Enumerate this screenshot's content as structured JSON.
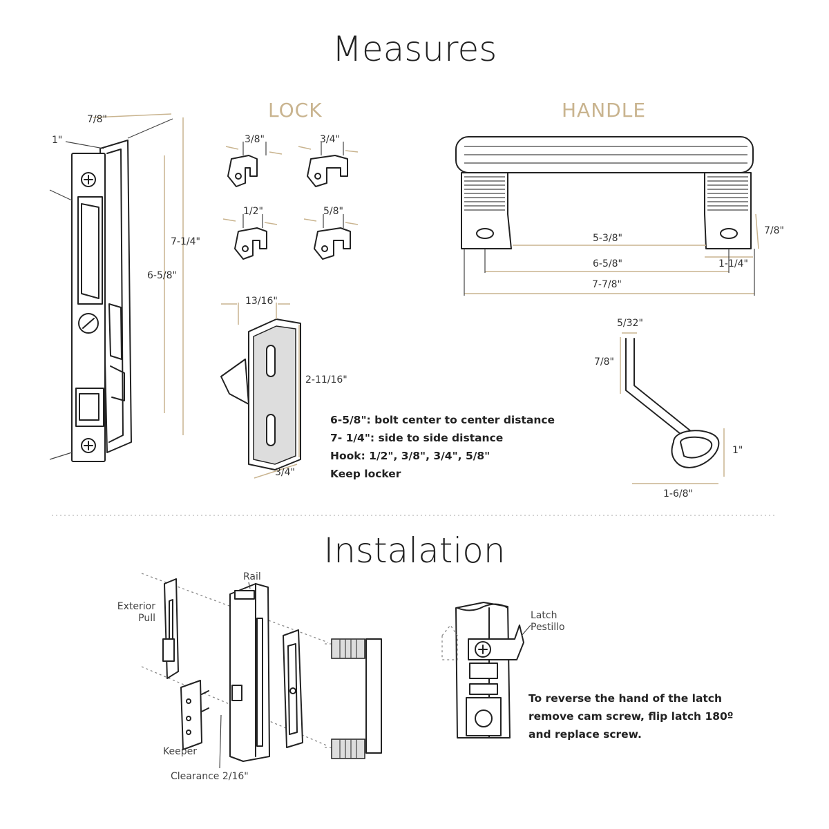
{
  "titles": {
    "measures": "Measures",
    "installation": "Instalation"
  },
  "sections": {
    "lock": "LOCK",
    "handle": "HANDLE"
  },
  "lock_body": {
    "d1": "1\"",
    "d2": "7/8\"",
    "d3": "7-1/4\"",
    "d4": "6-5/8\""
  },
  "hooks": [
    {
      "label": "3/8\""
    },
    {
      "label": "3/4\""
    },
    {
      "label": "1/2\""
    },
    {
      "label": "5/8\""
    }
  ],
  "keeper": {
    "width": "13/16\"",
    "height": "2-11/16\"",
    "depth": "3/4\""
  },
  "handle": {
    "d1": "5-3/8\"",
    "d2": "7/8\"",
    "d3": "6-5/8\"",
    "d4": "1-1/4\"",
    "d5": "7-7/8\""
  },
  "latch_tool": {
    "d1": "5/32\"",
    "d2": "7/8\"",
    "d3": "1\"",
    "d4": "1-6/8\""
  },
  "notes": [
    "6-5/8\": bolt center to center distance",
    "7- 1/4\": side to side distance",
    "Hook: 1/2\", 3/8\", 3/4\", 5/8\"",
    "Keep locker"
  ],
  "install": {
    "rail": "Rail",
    "exterior_pull_1": "Exterior",
    "exterior_pull_2": "Pull",
    "keeper": "Keeper",
    "clearance": "Clearance 2/16\"",
    "latch_1": "Latch",
    "latch_2": "Pestillo",
    "instructions": [
      "To reverse the hand of the latch",
      "remove cam screw, flip latch 180º",
      "and replace screw."
    ]
  },
  "colors": {
    "accent": "#c9b48f",
    "ink": "#222222"
  }
}
